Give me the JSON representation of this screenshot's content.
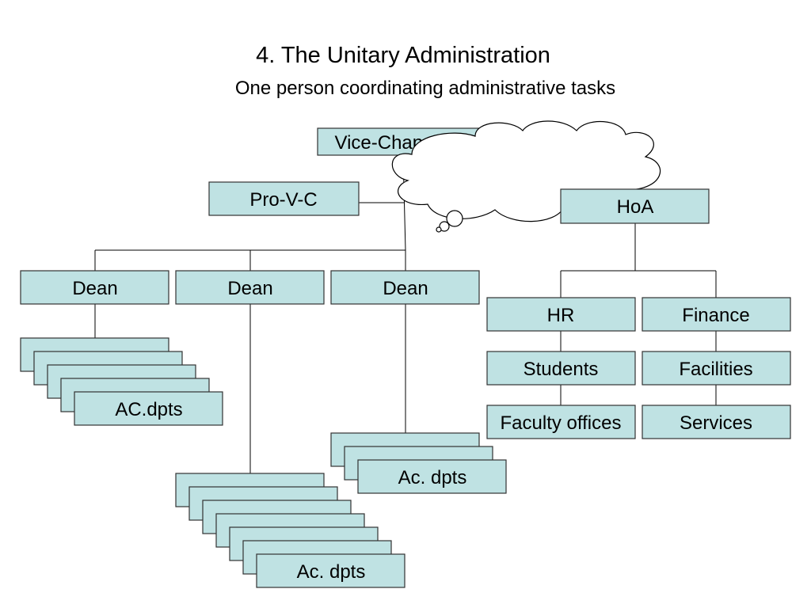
{
  "slide": {
    "title": "4. The Unitary Administration",
    "subtitle": "One person coordinating administrative tasks"
  },
  "chart": {
    "vc": "Vice-Chancellor",
    "pro_vc": "Pro-V-C",
    "hoa": "HoA",
    "deans": [
      "Dean",
      "Dean",
      "Dean"
    ],
    "ac_dpts_left": "AC.dpts",
    "ac_dpts_mid": "Ac. dpts",
    "ac_dpts_right": "Ac. dpts",
    "admin_units": [
      "HR",
      "Finance",
      "Students",
      "Facilities",
      "Faculty offices",
      "Services"
    ]
  },
  "colors": {
    "box_fill": "#bfe2e3",
    "box_stroke": "#333333"
  }
}
